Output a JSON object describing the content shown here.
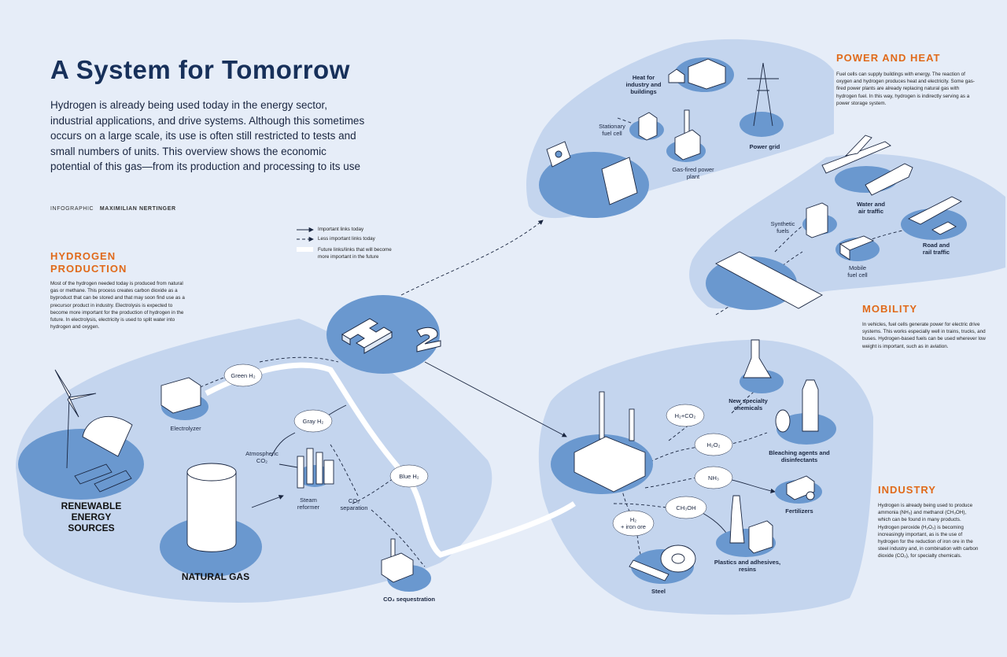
{
  "title": "A System for Tomorrow",
  "intro": "Hydrogen is already being used today in the energy sector, industrial applications, and drive systems. Although this sometimes occurs on a large scale, its use is often still restricted to tests and small numbers of units. This overview shows the economic potential of this gas—from its production and processing to its use",
  "credit": {
    "label": "INFOGRAPHIC",
    "author": "MAXIMILIAN NERTINGER"
  },
  "legend": {
    "important": "Important links today",
    "less_important": "Less important links today",
    "future_line1": "Future links/links that will become",
    "future_line2": "more important in the future"
  },
  "sections": {
    "production": {
      "title_line1": "HYDROGEN",
      "title_line2": "PRODUCTION",
      "body": "Most of the hydrogen needed today is produced from natural gas or methane. This process creates carbon dioxide as a byproduct that can be stored and that may soon find use as a precursor product in industry. Electrolysis is expected to become more important for the production of hydrogen in the future. In electrolysis, electricity is used to split water into hydrogen and oxygen."
    },
    "power": {
      "title": "POWER AND HEAT",
      "body": "Fuel cells can supply buildings with energy. The reaction of oxygen and hydrogen produces heat and electricity. Some gas-fired power plants are already replacing natural gas with hydrogen fuel. In this way, hydrogen is indirectly serving as a power storage system."
    },
    "mobility": {
      "title": "MOBILITY",
      "body": "In vehicles, fuel cells generate power for electric drive systems. This works especially well in trains, trucks, and buses. Hydrogen-based fuels can be used wherever low weight is important, such as in aviation."
    },
    "industry": {
      "title": "INDUSTRY",
      "body": "Hydrogen is already being used to produce ammonia (NH₃) and methanol (CH₃OH), which can be found in many products. Hydrogen peroxide (H₂O₂) is becoming increasingly important, as is the use of hydrogen for the reduction of iron ore in the steel industry and, in combination with carbon dioxide (CO₂), for specialty chemicals."
    }
  },
  "nodes": {
    "hub": "H",
    "hub_sup": "2",
    "renewable_line1": "RENEWABLE",
    "renewable_line2": "ENERGY",
    "renewable_line3": "SOURCES",
    "natural_gas": "NATURAL GAS",
    "electrolyzer": "Electrolyzer",
    "green_h2": "Green H₂",
    "gray_h2": "Gray H₂",
    "blue_h2": "Blue H₂",
    "atmospheric_line1": "Atmospheric",
    "atmospheric_line2": "CO₂",
    "steam_line1": "Steam",
    "steam_line2": "reformer",
    "co2sep_line1": "CO₂",
    "co2sep_line2": "separation",
    "co2_seq": "CO₂ sequestration",
    "heat_line1": "Heat for",
    "heat_line2": "industry and",
    "heat_line3": "buildings",
    "stationary_line1": "Stationary",
    "stationary_line2": "fuel cell",
    "gasplant_line1": "Gas-fired power",
    "gasplant_line2": "plant",
    "power_grid": "Power grid",
    "synfuel_line1": "Synthetic",
    "synfuel_line2": "fuels",
    "water_air_line1": "Water and",
    "water_air_line2": "air traffic",
    "mobile_line1": "Mobile",
    "mobile_line2": "fuel cell",
    "road_rail_line1": "Road and",
    "road_rail_line2": "rail traffic",
    "h2co2": "H₂+CO₂",
    "h2o2": "H₂O₂",
    "nh3": "NH₃",
    "ch3oh": "CH₃OH",
    "h2iron_line1": "H₂",
    "h2iron_line2": "+ iron ore",
    "specialty_line1": "New specialty",
    "specialty_line2": "chemicals",
    "bleach_line1": "Bleaching agents and",
    "bleach_line2": "disinfectants",
    "fertilizers": "Fertilizers",
    "plastics_line1": "Plastics and adhesives,",
    "plastics_line2": "resins",
    "steel": "Steel"
  },
  "colors": {
    "background": "#e6edf8",
    "region": "#c4d5ee",
    "node": "#6a98cf",
    "accent": "#e06a1a",
    "title": "#17305a"
  }
}
